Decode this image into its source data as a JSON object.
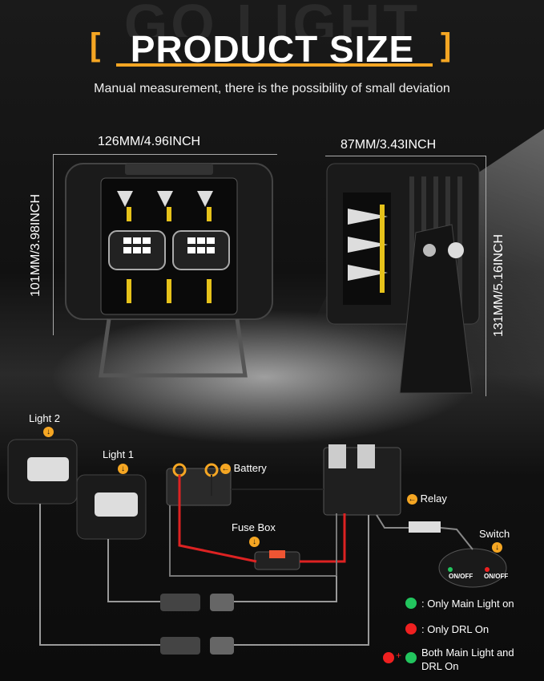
{
  "header": {
    "watermark": "GO LIGHT",
    "title": "PRODUCT SIZE",
    "subtitle": "Manual measurement, there is the possibility of small deviation"
  },
  "dimensions": {
    "front_width": "126MM/4.96INCH",
    "front_height": "101MM/3.98INCH",
    "side_depth": "87MM/3.43INCH",
    "side_height": "131MM/5.16INCH"
  },
  "wiring": {
    "light2": "Light 2",
    "light1": "Light 1",
    "battery": "Battery",
    "fuse_box": "Fuse Box",
    "relay": "Relay",
    "switch": "Switch",
    "switch_btn": "ON/OFF",
    "arrow_icon": "down-arrow-icon",
    "left_arrow_icon": "left-arrow-icon"
  },
  "legend": [
    {
      "dots": [
        "#22c55e"
      ],
      "text": "Only Main Light on"
    },
    {
      "dots": [
        "#ef2020"
      ],
      "text": "Only DRL On"
    },
    {
      "dots": [
        "#ef2020",
        "#22c55e"
      ],
      "text": "Both Main Light and\nDRL On",
      "plus": "+"
    }
  ],
  "colors": {
    "accent": "#f5a623",
    "green": "#22c55e",
    "red": "#ef2020"
  }
}
